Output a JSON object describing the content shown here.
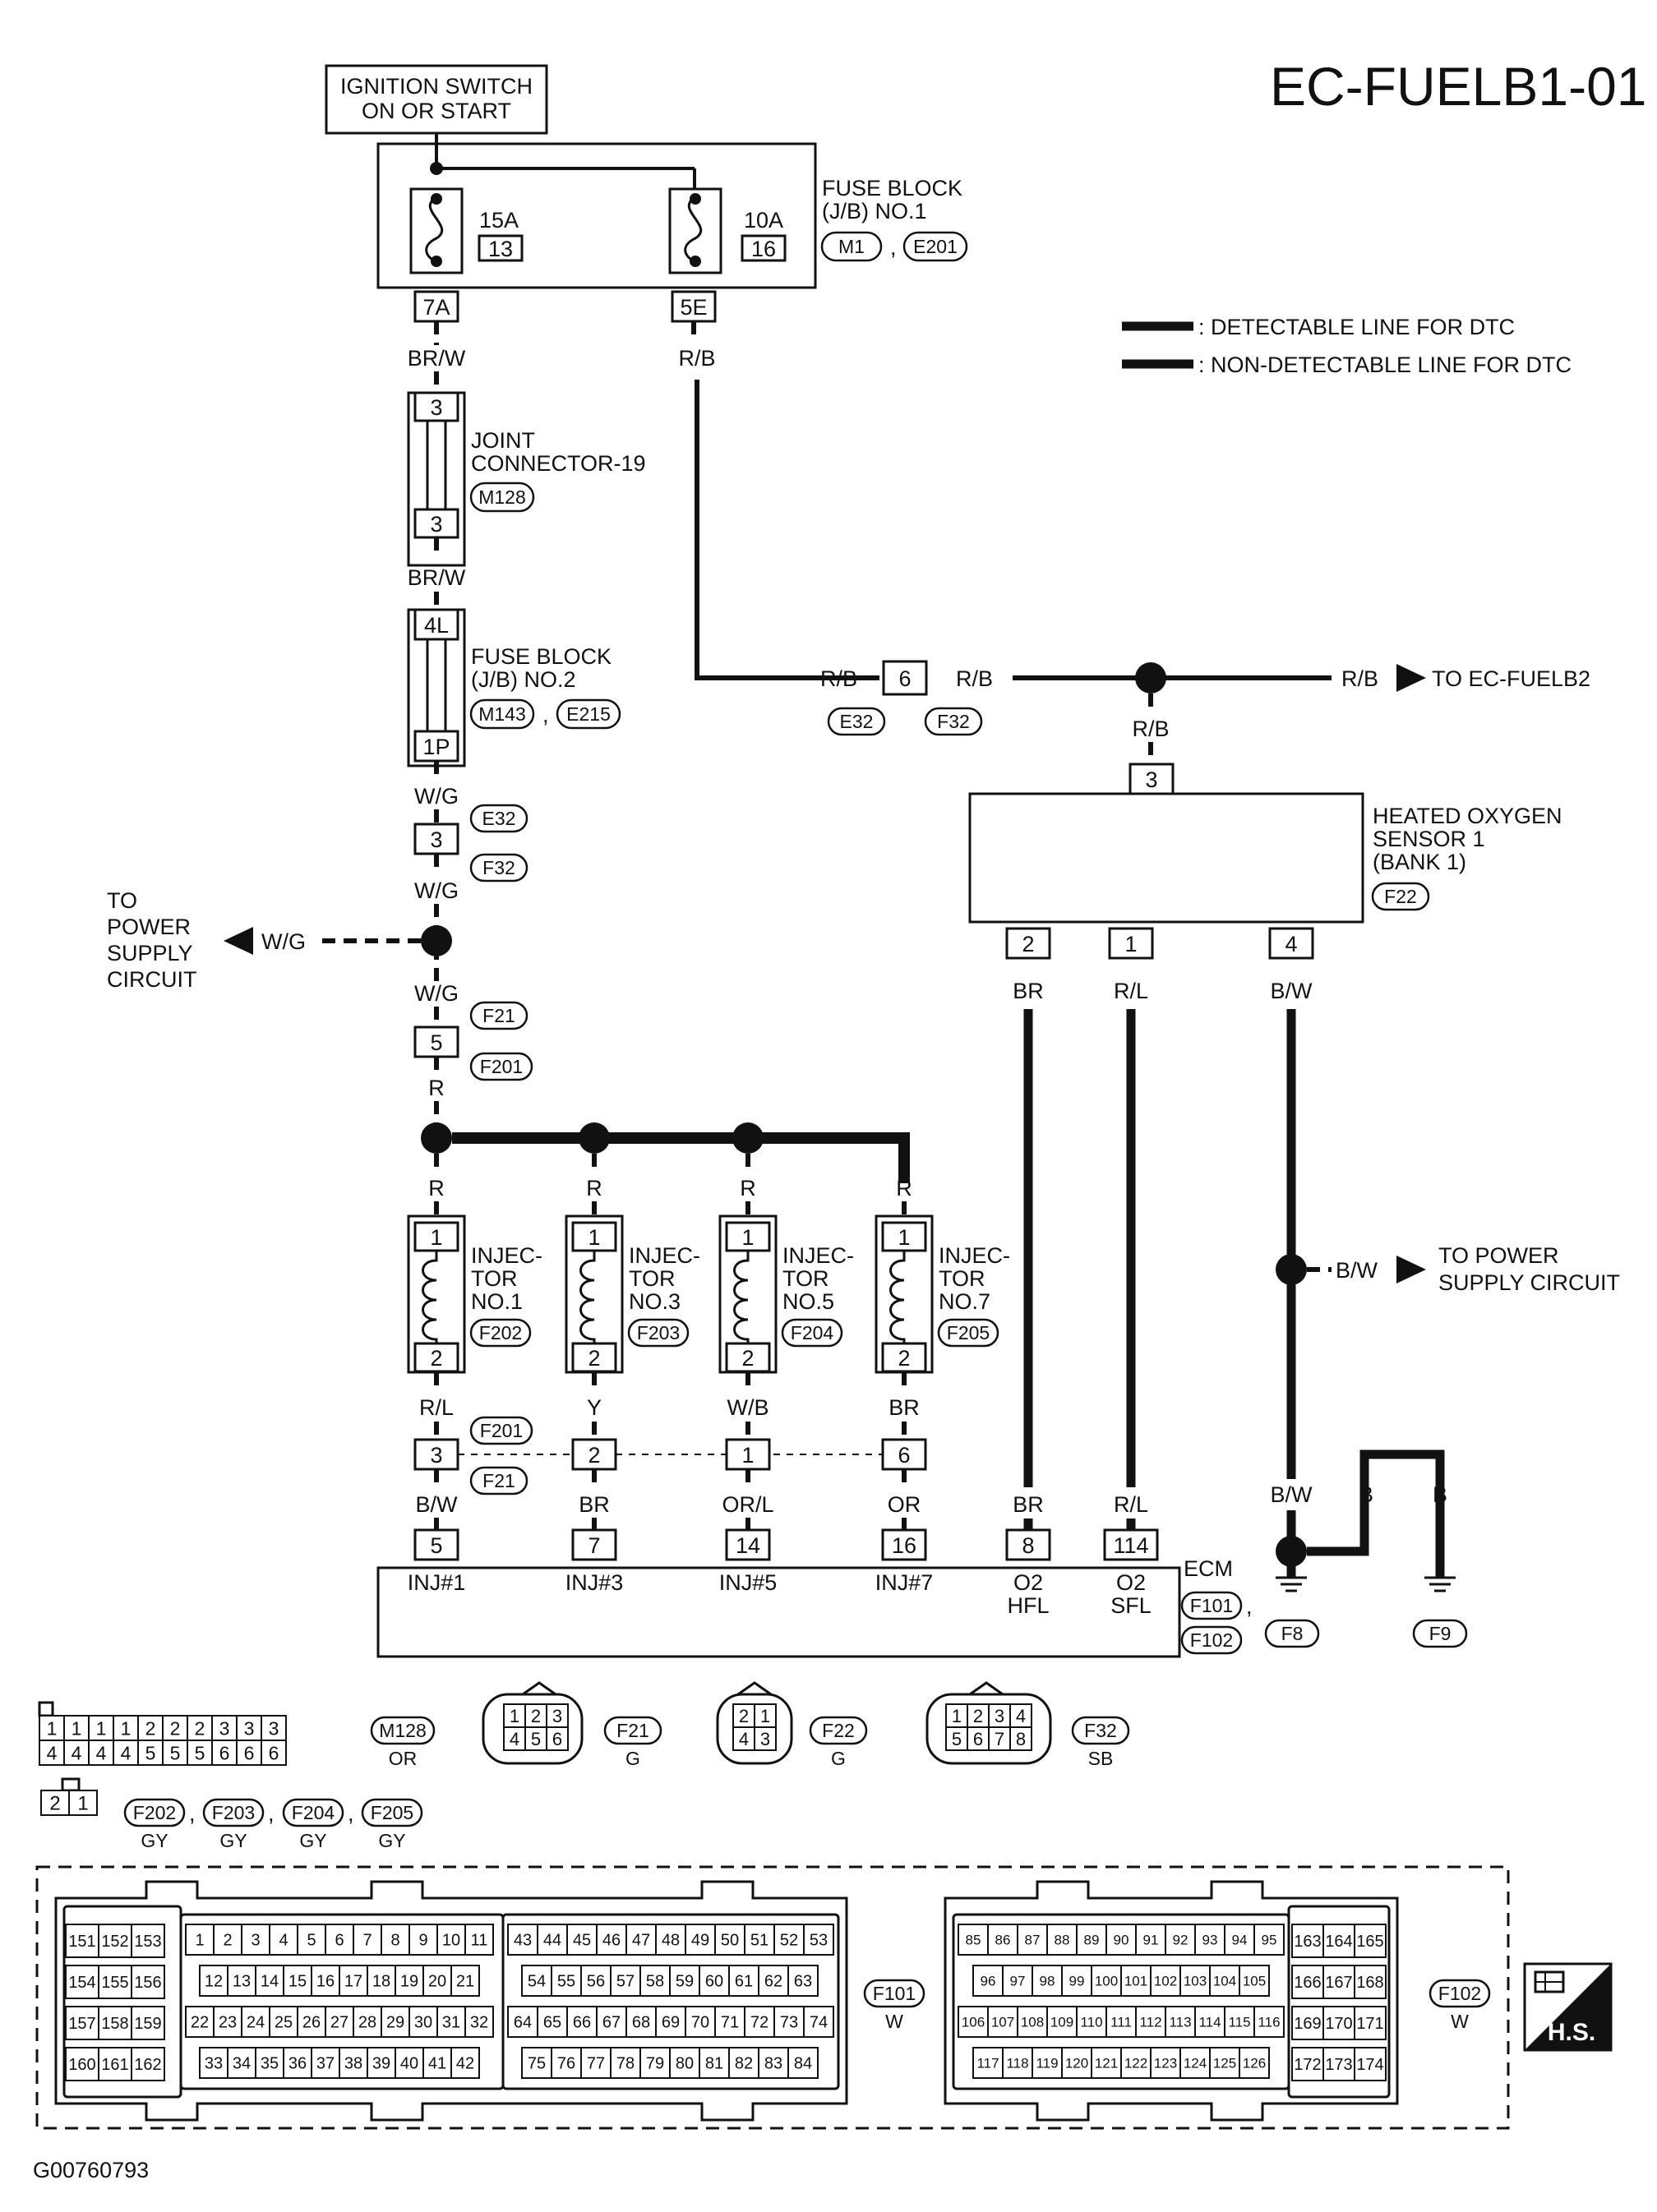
{
  "title": "EC-FUELB1-01",
  "figure_id": "G00760793",
  "ignition_switch": {
    "line1": "IGNITION SWITCH",
    "line2": "ON OR START"
  },
  "fuse_block_1": {
    "label1": "FUSE BLOCK",
    "label2": "(J/B) NO.1",
    "conn_a": "M1",
    "conn_b": "E201",
    "sep": ",",
    "fuse_a_amp": "15A",
    "fuse_a_num": "13",
    "fuse_b_amp": "10A",
    "fuse_b_num": "16",
    "term_a": "7A",
    "term_b": "5E"
  },
  "legend": {
    "detectable": ": DETECTABLE LINE FOR DTC",
    "non_detectable": ": NON-DETECTABLE LINE FOR DTC"
  },
  "wires": {
    "brw": "BR/W",
    "rb": "R/B",
    "wg": "W/G",
    "r": "R",
    "rl": "R/L",
    "y": "Y",
    "wb": "W/B",
    "br": "BR",
    "bw": "B/W",
    "orl": "OR/L",
    "or": "OR",
    "b": "B"
  },
  "joint_connector": {
    "label1": "JOINT",
    "label2": "CONNECTOR-19",
    "conn": "M128",
    "pin_top": "3",
    "pin_bot": "3"
  },
  "fuse_block_2": {
    "label1": "FUSE BLOCK",
    "label2": "(J/B) NO.2",
    "conn_a": "M143",
    "conn_b": "E215",
    "sep": ",",
    "term_top": "4L",
    "term_bot": "1P"
  },
  "connectors": {
    "e32": "E32",
    "f32": "F32",
    "f21": "F21",
    "f201": "F201",
    "f22": "F22",
    "f202": "F202",
    "f203": "F203",
    "f204": "F204",
    "f205": "F205",
    "f101": "F101",
    "f102": "F102",
    "f8": "F8",
    "f9": "F9",
    "m128": "M128"
  },
  "pins": {
    "e32_f32_mid": "6",
    "e32_f32_left": "3",
    "f21_f201": "5",
    "inj_row": [
      "3",
      "2",
      "1",
      "6"
    ],
    "ho2_pin": "3",
    "ho2_bottom": [
      "2",
      "1",
      "4"
    ],
    "inj_top": "1",
    "inj_bot": "2",
    "ecm": [
      "5",
      "7",
      "14",
      "16",
      "8",
      "114"
    ]
  },
  "to_ec_fuelb2": "TO EC-FUELB2",
  "to_power_left": [
    "TO",
    "POWER",
    "SUPPLY",
    "CIRCUIT"
  ],
  "to_power_right": [
    "TO POWER",
    "SUPPLY CIRCUIT"
  ],
  "ho2": {
    "line1": "HEATED OXYGEN",
    "line2": "SENSOR 1",
    "line3": "(BANK 1)"
  },
  "injectors": [
    {
      "l1": "INJEC-",
      "l2": "TOR",
      "l3": "NO.1"
    },
    {
      "l1": "INJEC-",
      "l2": "TOR",
      "l3": "NO.3"
    },
    {
      "l1": "INJEC-",
      "l2": "TOR",
      "l3": "NO.5"
    },
    {
      "l1": "INJEC-",
      "l2": "TOR",
      "l3": "NO.7"
    }
  ],
  "ecm": {
    "label": "ECM",
    "terms": [
      "INJ#1",
      "INJ#3",
      "INJ#5",
      "INJ#7",
      "O2",
      "O2"
    ],
    "terms2": [
      "",
      "",
      "",
      "",
      "HFL",
      "SFL"
    ],
    "sep": ","
  },
  "connector_colors": {
    "m128": "OR",
    "f21": "G",
    "f22": "G",
    "f32": "SB",
    "gy": "GY",
    "f101": "W",
    "f102": "W"
  },
  "m128_face": {
    "top": [
      "1",
      "1",
      "1",
      "1",
      "2",
      "2",
      "2",
      "3",
      "3",
      "3"
    ],
    "bot": [
      "4",
      "4",
      "4",
      "4",
      "5",
      "5",
      "5",
      "6",
      "6",
      "6"
    ]
  },
  "f21_face": {
    "top": [
      "1",
      "2",
      "3"
    ],
    "bot": [
      "4",
      "5",
      "6"
    ]
  },
  "f22_face": {
    "top": [
      "2",
      "1"
    ],
    "bot": [
      "4",
      "3"
    ]
  },
  "f32_face": {
    "top": [
      "1",
      "2",
      "3",
      "4"
    ],
    "bot": [
      "5",
      "6",
      "7",
      "8"
    ]
  },
  "inj_face": [
    "2",
    "1"
  ],
  "f101_face": {
    "left_col": [
      [
        "151",
        "152",
        "153"
      ],
      [
        "154",
        "155",
        "156"
      ],
      [
        "157",
        "158",
        "159"
      ],
      [
        "160",
        "161",
        "162"
      ]
    ],
    "mid": [
      [
        "1",
        "2",
        "3",
        "4",
        "5",
        "6",
        "7",
        "8",
        "9",
        "10",
        "11"
      ],
      [
        "12",
        "13",
        "14",
        "15",
        "16",
        "17",
        "18",
        "19",
        "20",
        "21"
      ],
      [
        "22",
        "23",
        "24",
        "25",
        "26",
        "27",
        "28",
        "29",
        "30",
        "31",
        "32"
      ],
      [
        "33",
        "34",
        "35",
        "36",
        "37",
        "38",
        "39",
        "40",
        "41",
        "42"
      ]
    ],
    "right": [
      [
        "43",
        "44",
        "45",
        "46",
        "47",
        "48",
        "49",
        "50",
        "51",
        "52",
        "53"
      ],
      [
        "54",
        "55",
        "56",
        "57",
        "58",
        "59",
        "60",
        "61",
        "62",
        "63"
      ],
      [
        "64",
        "65",
        "66",
        "67",
        "68",
        "69",
        "70",
        "71",
        "72",
        "73",
        "74"
      ],
      [
        "75",
        "76",
        "77",
        "78",
        "79",
        "80",
        "81",
        "82",
        "83",
        "84"
      ]
    ]
  },
  "f102_face": {
    "left": [
      [
        "85",
        "86",
        "87",
        "88",
        "89",
        "90",
        "91",
        "92",
        "93",
        "94",
        "95"
      ],
      [
        "96",
        "97",
        "98",
        "99",
        "100",
        "101",
        "102",
        "103",
        "104",
        "105"
      ],
      [
        "106",
        "107",
        "108",
        "109",
        "110",
        "111",
        "112",
        "113",
        "114",
        "115",
        "116"
      ],
      [
        "117",
        "118",
        "119",
        "120",
        "121",
        "122",
        "123",
        "124",
        "125",
        "126"
      ]
    ],
    "right_col": [
      [
        "163",
        "164",
        "165"
      ],
      [
        "166",
        "167",
        "168"
      ],
      [
        "169",
        "170",
        "171"
      ],
      [
        "172",
        "173",
        "174"
      ]
    ]
  },
  "hs_badge": "H.S."
}
